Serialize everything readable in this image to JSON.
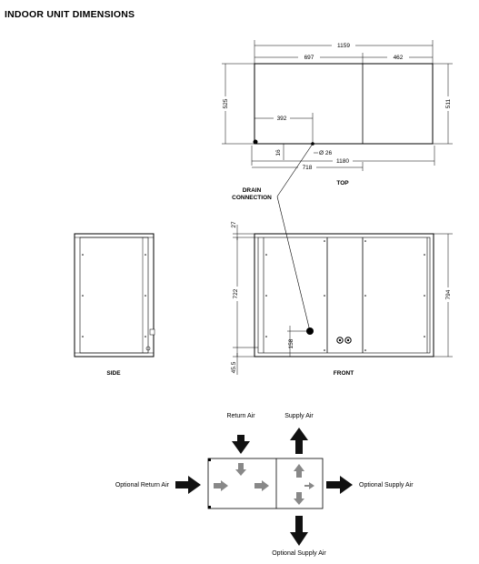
{
  "title": "INDOOR UNIT DIMENSIONS",
  "views": {
    "top": "TOP",
    "side": "SIDE",
    "front": "FRONT",
    "drain_line1": "DRAIN",
    "drain_line2": "CONNECTION"
  },
  "dimensions": {
    "overall_width": "1159",
    "left_width": "697",
    "right_width": "462",
    "depth_left": "525",
    "depth_right": "511",
    "drain_offset": "392",
    "drain_small": "16",
    "drain_diameter": "Ø 26",
    "base_width": "1180",
    "drain_distance": "718",
    "front_top_gap": "27",
    "front_height_inner": "722",
    "front_height_total": "794",
    "drain_height": "158",
    "base_height": "45.5"
  },
  "airflow": {
    "return_air": "Return Air",
    "supply_air": "Supply Air",
    "optional_return_air": "Optional Return Air",
    "optional_supply_air_right": "Optional Supply Air",
    "optional_supply_air_bottom": "Optional Supply Air"
  }
}
